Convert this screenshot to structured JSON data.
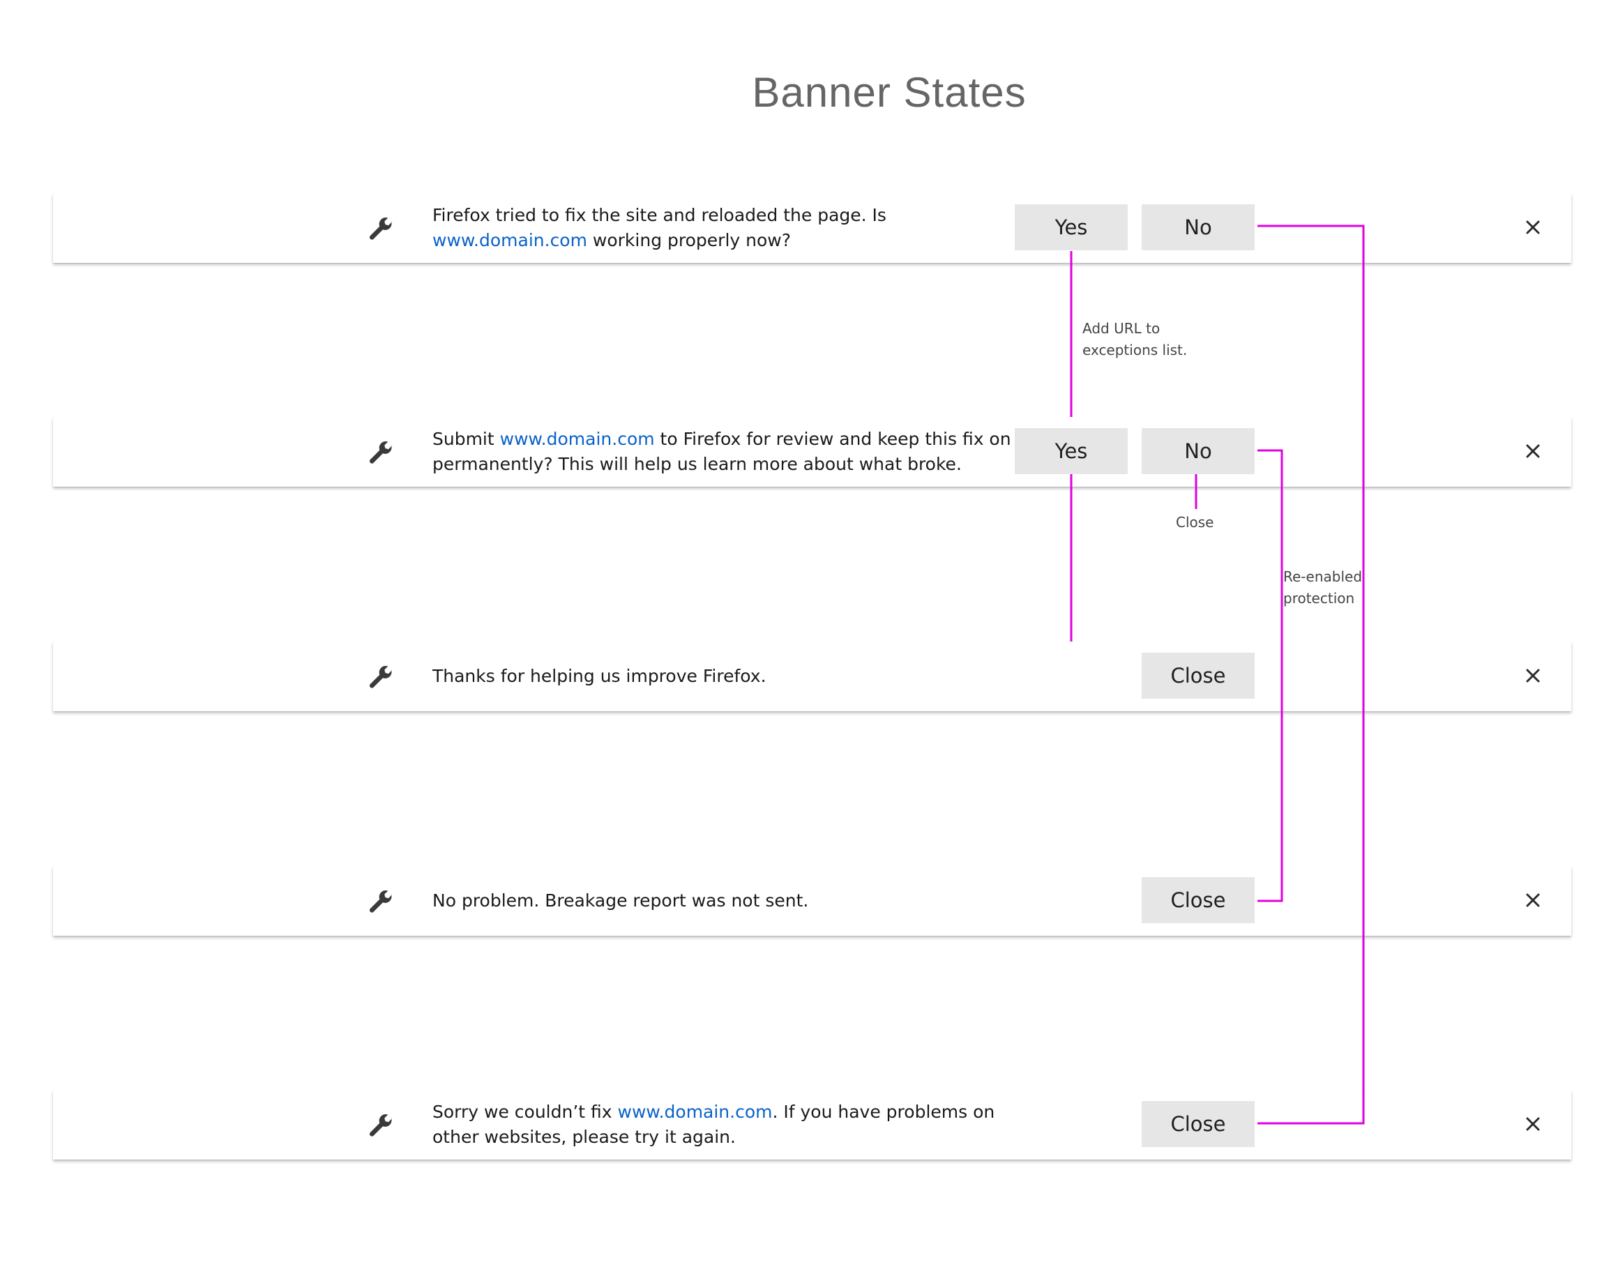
{
  "title": "Banner States",
  "connector_color": "#e100e1",
  "link_color": "#0a62c9",
  "banners": [
    {
      "icon": "wrench-icon",
      "message": {
        "before": "Firefox tried to fix the site and reloaded the page. Is ",
        "link": "www.domain.com",
        "after": " working properly now?"
      },
      "yes_label": "Yes",
      "no_label": "No",
      "close_icon": "close-x-icon"
    },
    {
      "icon": "wrench-icon",
      "message": {
        "before": "Submit ",
        "link": "www.domain.com",
        "after": " to Firefox for review and keep this fix on permanently? This will help us learn more about what broke."
      },
      "yes_label": "Yes",
      "no_label": "No",
      "close_icon": "close-x-icon"
    },
    {
      "icon": "wrench-icon",
      "message": {
        "text": "Thanks for helping us improve Firefox."
      },
      "close_label": "Close",
      "close_icon": "close-x-icon"
    },
    {
      "icon": "wrench-icon",
      "message": {
        "text": "No problem. Breakage report was not sent."
      },
      "close_label": "Close",
      "close_icon": "close-x-icon"
    },
    {
      "icon": "wrench-icon",
      "message": {
        "before": "Sorry we couldn’t fix ",
        "link": "www.domain.com",
        "after": ". If you have problems on other websites, please try it again."
      },
      "close_label": "Close",
      "close_icon": "close-x-icon"
    }
  ],
  "annotations": {
    "add_url": [
      "Add URL to",
      "exceptions list."
    ],
    "close": "Close",
    "reenabled": [
      "Re-enabled",
      "protection"
    ]
  }
}
